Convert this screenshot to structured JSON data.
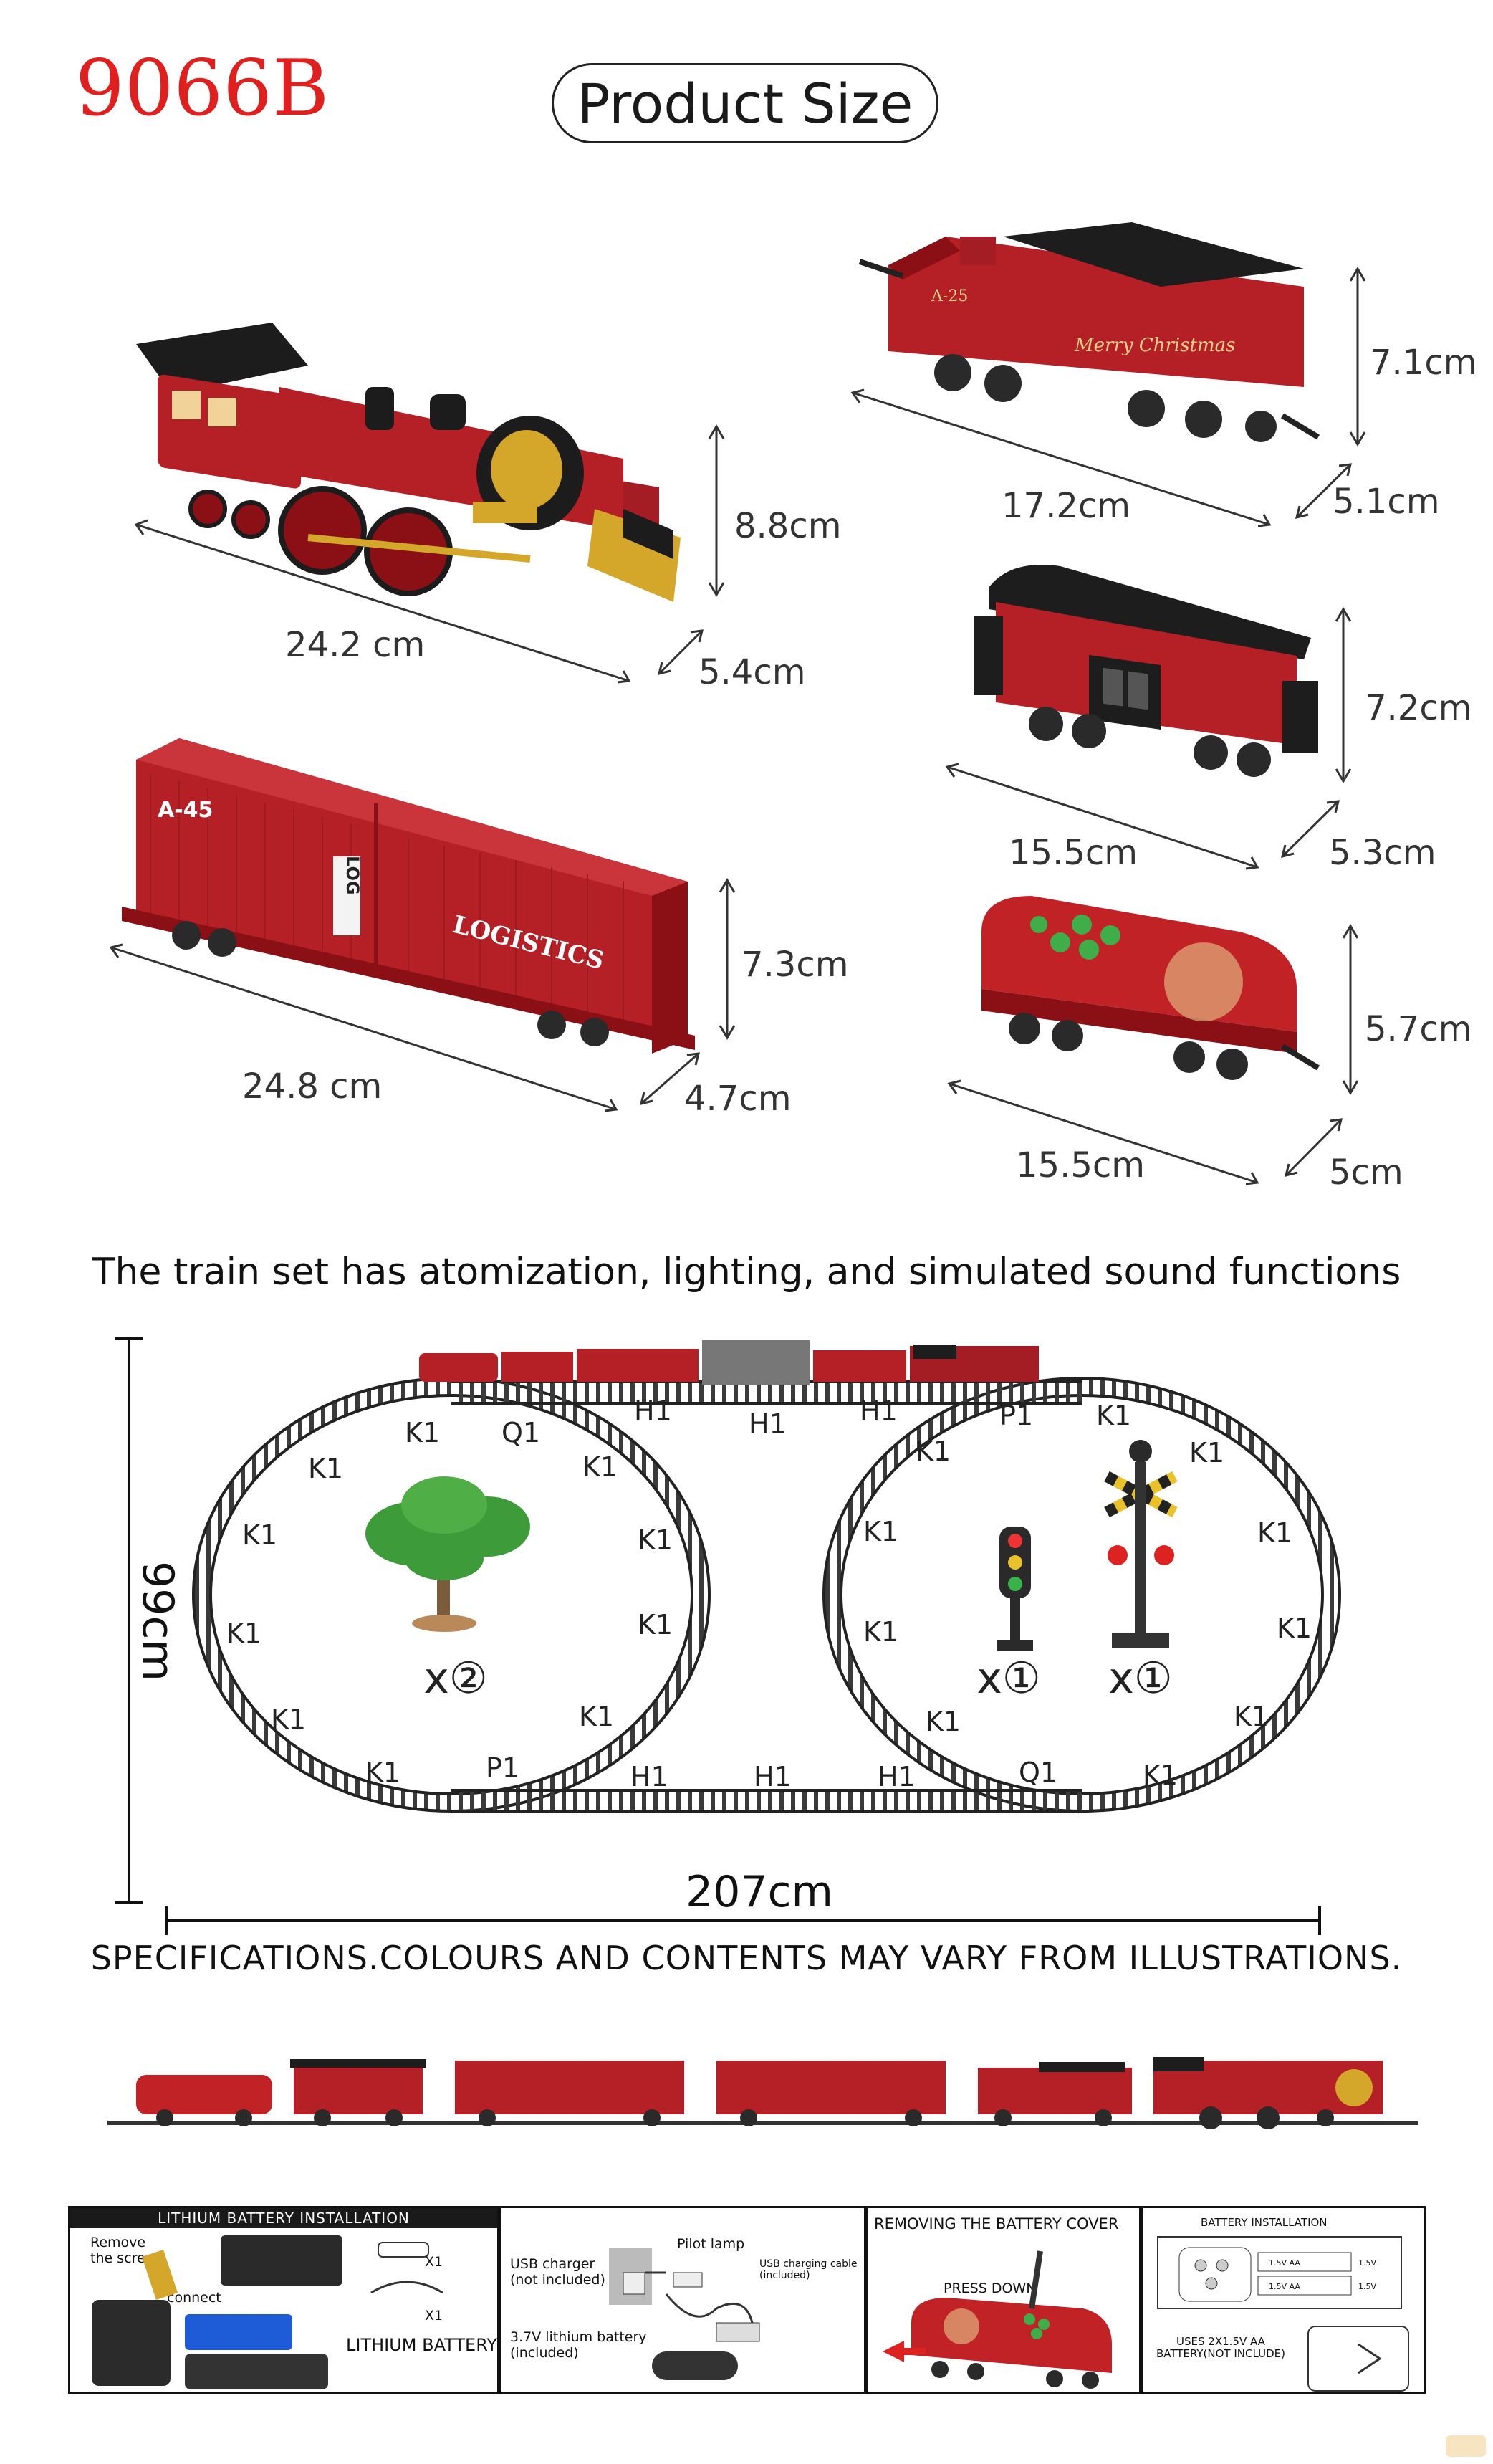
{
  "header": {
    "model": "9066B",
    "section_title": "Product Size"
  },
  "products": [
    {
      "id": "locomotive",
      "length": "24.2 cm",
      "depth": "5.4cm",
      "height": "8.8cm"
    },
    {
      "id": "coal-tender",
      "length": "17.2cm",
      "depth": "5.1cm",
      "height": "7.1cm",
      "car_code": "A-25",
      "decal": "Merry Christmas"
    },
    {
      "id": "caboose",
      "length": "15.5cm",
      "depth": "5.3cm",
      "height": "7.2cm"
    },
    {
      "id": "container-car",
      "length": "24.8 cm",
      "depth": "4.7cm",
      "height": "7.3cm",
      "car_code": "A-45",
      "container_a": "LOG",
      "container_b": "LOGISTICS"
    },
    {
      "id": "remote-car",
      "length": "15.5cm",
      "depth": "5cm",
      "height": "5.7cm"
    }
  ],
  "features_text": "The train set has atomization, lighting, and simulated sound functions",
  "layout": {
    "height_label": "99cm",
    "width_label": "207cm",
    "track_labels": {
      "k1": "K1",
      "q1": "Q1",
      "p1": "P1",
      "h1": "H1"
    },
    "tree_count": "x②",
    "signal_count": "x①",
    "crossing_count": "x①"
  },
  "disclaimer": "SPECIFICATIONS.COLOURS AND CONTENTS MAY VARY FROM ILLUSTRATIONS.",
  "instructions": {
    "lithium": {
      "title": "LITHIUM BATTERY INSTALLATION",
      "remove_screw": "Remove\nthe screw",
      "connect": "connect",
      "qty1": "X1",
      "qty2": "X1",
      "battery_label": "LITHIUM BATTERY"
    },
    "usb": {
      "pilot_lamp": "Pilot lamp",
      "charger": "USB charger\n(not included)",
      "cable": "USB charging cable\n(included)",
      "battery": "3.7V lithium battery\n(included)"
    },
    "cover": {
      "title": "REMOVING THE BATTERY COVER",
      "press_down": "PRESS DOWN"
    },
    "battery": {
      "title": "BATTERY INSTALLATION",
      "cell": "1.5V AA",
      "cell_short": "1.5V",
      "note": "USES 2X1.5V AA\nBATTERY(NOT INCLUDE)"
    }
  },
  "colors": {
    "model": "#e0201e",
    "train_red": "#b51f26",
    "dark_red": "#7e1218",
    "gold": "#d4a62a",
    "track": "#2b2b2b"
  }
}
